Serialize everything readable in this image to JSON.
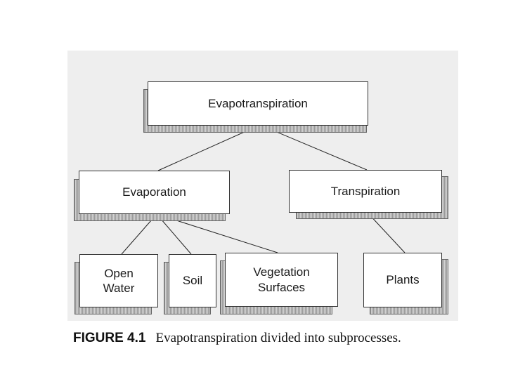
{
  "nodes": {
    "root": "Evapotranspiration",
    "evaporation": "Evaporation",
    "transpiration": "Transpiration",
    "open_water": "Open\nWater",
    "soil": "Soil",
    "vegetation": "Vegetation\nSurfaces",
    "plants": "Plants"
  },
  "caption": {
    "label": "FIGURE 4.1",
    "text": "Evapotranspiration divided into subprocesses."
  },
  "colors": {
    "panel": "#eeeeee",
    "box_border": "#333333",
    "shadow": "#9a9a9a"
  }
}
